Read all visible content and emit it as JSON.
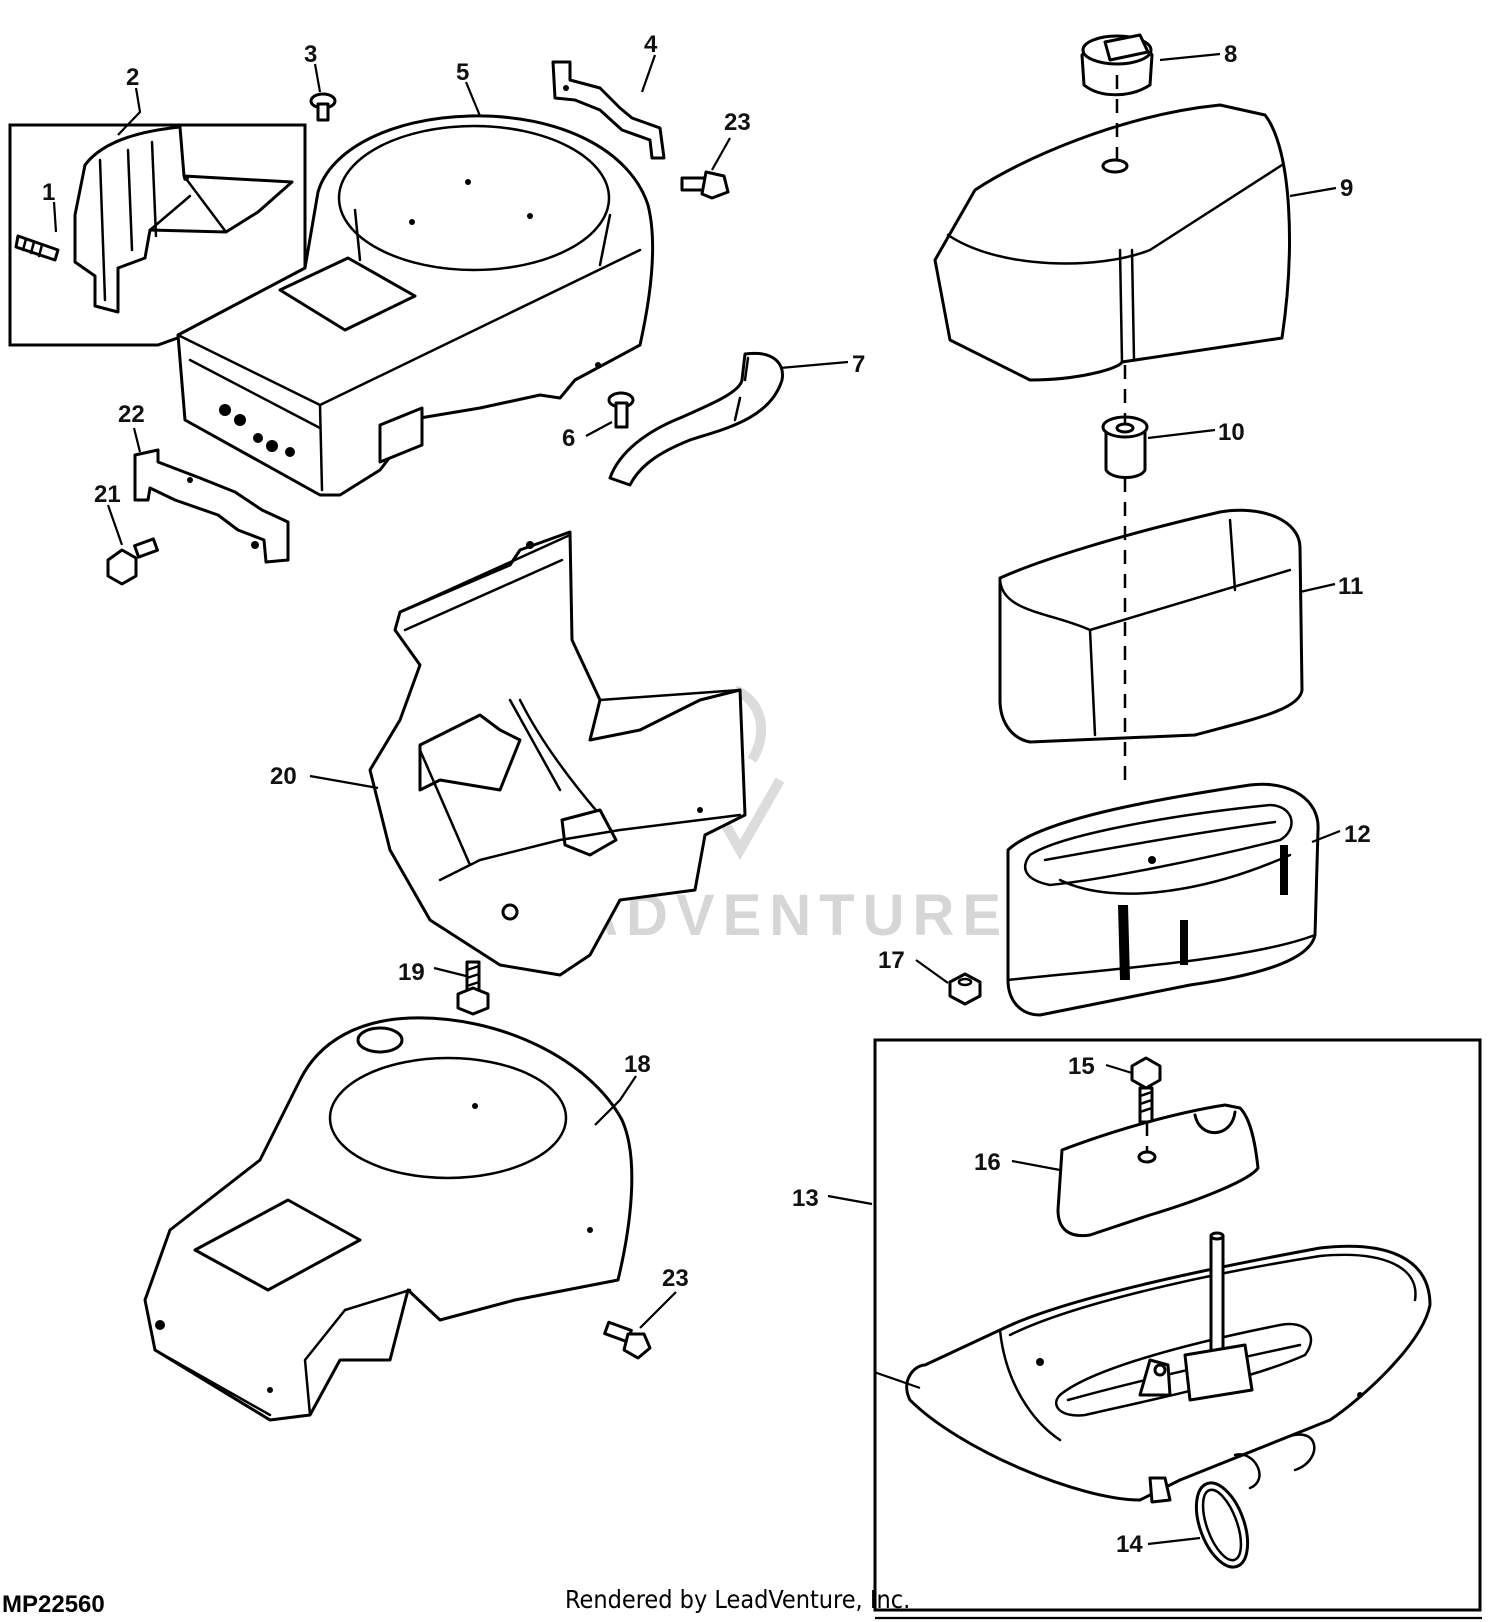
{
  "figure_id": "MP22560",
  "credit": "Rendered by LeadVenture, Inc.",
  "watermark": "LEADVENTURE",
  "callouts": [
    {
      "id": "c1",
      "label": "1"
    },
    {
      "id": "c2",
      "label": "2"
    },
    {
      "id": "c3",
      "label": "3"
    },
    {
      "id": "c4",
      "label": "4"
    },
    {
      "id": "c5",
      "label": "5"
    },
    {
      "id": "c6",
      "label": "6"
    },
    {
      "id": "c7",
      "label": "7"
    },
    {
      "id": "c8",
      "label": "8"
    },
    {
      "id": "c9",
      "label": "9"
    },
    {
      "id": "c10",
      "label": "10"
    },
    {
      "id": "c11",
      "label": "11"
    },
    {
      "id": "c12",
      "label": "12"
    },
    {
      "id": "c13",
      "label": "13"
    },
    {
      "id": "c14",
      "label": "14"
    },
    {
      "id": "c15",
      "label": "15"
    },
    {
      "id": "c16",
      "label": "16"
    },
    {
      "id": "c17",
      "label": "17"
    },
    {
      "id": "c18",
      "label": "18"
    },
    {
      "id": "c19",
      "label": "19"
    },
    {
      "id": "c20",
      "label": "20"
    },
    {
      "id": "c21",
      "label": "21"
    },
    {
      "id": "c22",
      "label": "22"
    },
    {
      "id": "c23a",
      "label": "23"
    },
    {
      "id": "c23b",
      "label": "23"
    }
  ]
}
